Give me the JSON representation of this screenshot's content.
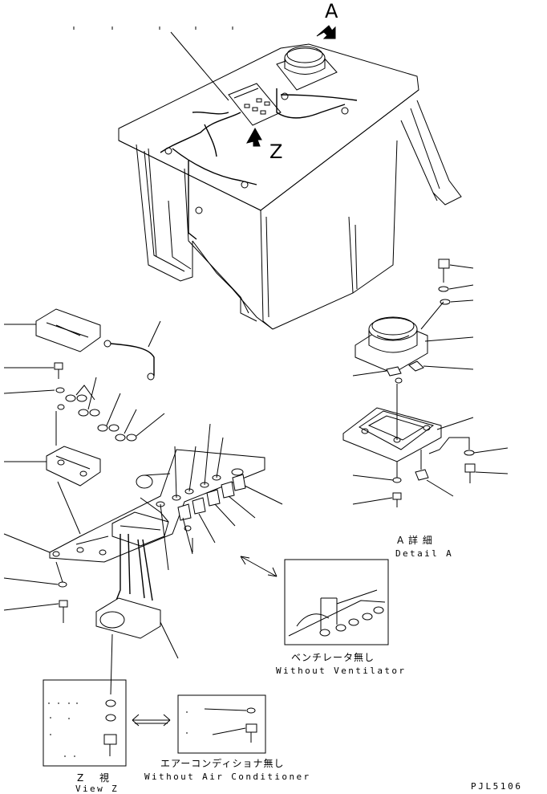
{
  "labels": {
    "view_a_letter": "A",
    "view_z_letter": "Z",
    "detail_a_ja": "A 詳 細",
    "detail_a_en": "Detail A",
    "without_ventilator_ja": "ベンチレータ無し",
    "without_ventilator_en": "Without Ventilator",
    "without_aircon_ja": "エアーコンディショナ無し",
    "without_aircon_en": "Without Air Conditioner",
    "view_z_ja": "Z 視",
    "view_z_en": "View Z",
    "drawing_code": "PJL5106"
  },
  "colors": {
    "ink": "#000000",
    "paper": "#ffffff"
  }
}
